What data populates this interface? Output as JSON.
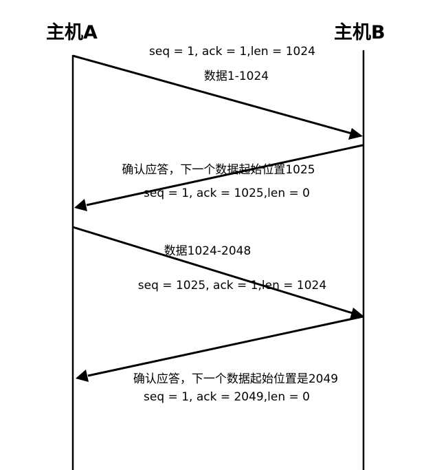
{
  "hosts": {
    "a": "主机A",
    "b": "主机B"
  },
  "messages": [
    {
      "direction": "A→B",
      "labels": [
        "seq = 1, ack = 1,len = 1024",
        "数据1-1024"
      ]
    },
    {
      "direction": "B→A",
      "labels": [
        "确认应答，下一个数据起始位置1025",
        "seq = 1, ack = 1025,len = 0"
      ]
    },
    {
      "direction": "A→B",
      "labels": [
        "数据1024-2048",
        "seq = 1025, ack = 1,len = 1024"
      ]
    },
    {
      "direction": "B→A",
      "labels": [
        "确认应答，下一个数据起始位置是2049",
        "seq = 1, ack = 2049,len = 0"
      ]
    }
  ],
  "colors": {
    "line": "#000000",
    "text": "#000000",
    "background": "#ffffff"
  }
}
